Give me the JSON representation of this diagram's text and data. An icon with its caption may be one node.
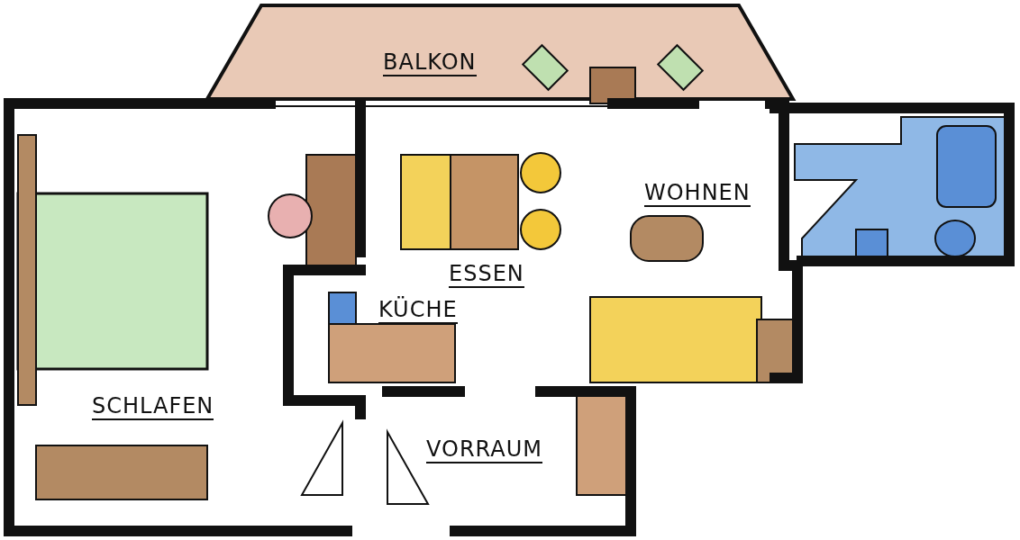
{
  "diagram": {
    "labels": [
      "BALKON",
      "WOHNEN",
      "ESSEN",
      "KÜCHE",
      "SCHLAFEN",
      "VORRAUM"
    ]
  }
}
